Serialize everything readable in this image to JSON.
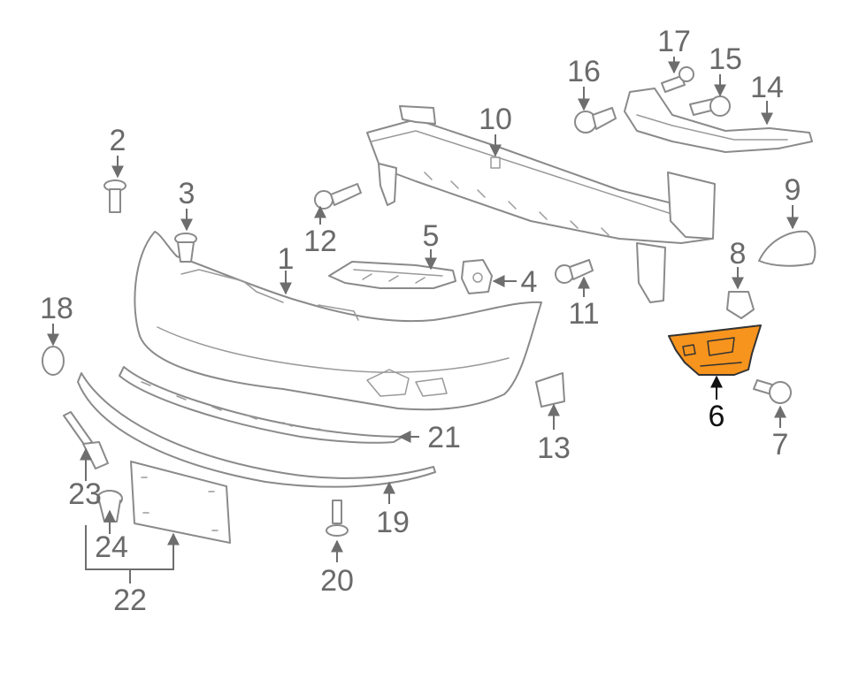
{
  "diagram": {
    "highlight_color": "#f7941d",
    "line_color": "#8a8a8a",
    "label_color": "#6a6a6a",
    "highlighted_part": "6",
    "callouts": {
      "c1": "1",
      "c2": "2",
      "c3": "3",
      "c4": "4",
      "c5": "5",
      "c6": "6",
      "c7": "7",
      "c8": "8",
      "c9": "9",
      "c10": "10",
      "c11": "11",
      "c12": "12",
      "c13": "13",
      "c14": "14",
      "c15": "15",
      "c16": "16",
      "c17": "17",
      "c18": "18",
      "c19": "19",
      "c20": "20",
      "c21": "21",
      "c22": "22",
      "c23": "23",
      "c24": "24"
    }
  }
}
